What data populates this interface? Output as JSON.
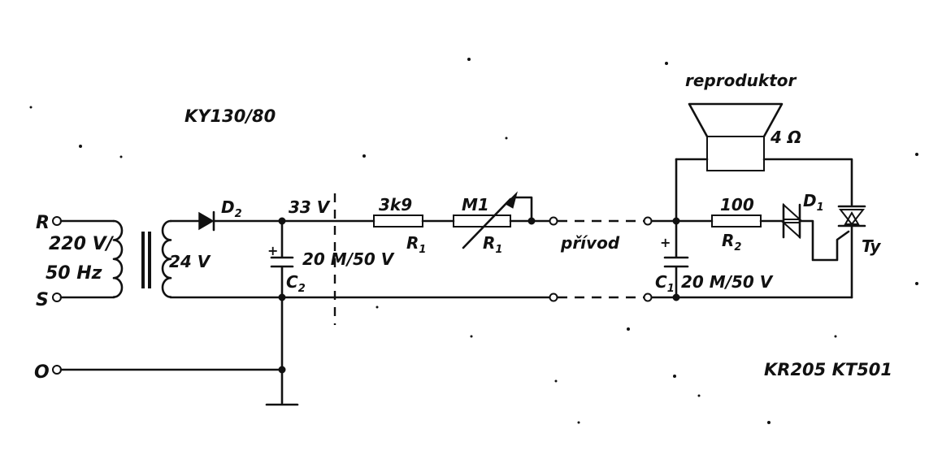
{
  "labels": {
    "diode_type": "KY130/80",
    "speaker": "reproduktor",
    "speaker_impedance": "4 Ω",
    "terminal_r": "R",
    "terminal_s": "S",
    "terminal_o": "O",
    "mains": "220 V/",
    "mains_freq": "50 Hz",
    "secondary_voltage": "24 V",
    "d2": "D",
    "d2_sub": "2",
    "dc_voltage": "33 V",
    "c2_value": "20 M/50 V",
    "c2": "C",
    "c2_sub": "2",
    "r1_value": "3k9",
    "r1_fixed": "R",
    "r1_fixed_sub": "1",
    "pot_value": "M1",
    "pot": "R",
    "pot_sub": "1",
    "lead": "přívod",
    "r2_value": "100",
    "r2": "R",
    "r2_sub": "2",
    "d1": "D",
    "d1_sub": "1",
    "ty": "Ty",
    "c1": "C",
    "c1_sub": "1",
    "c1_value": "20 M/50 V",
    "parts": "KR205  KT501"
  }
}
